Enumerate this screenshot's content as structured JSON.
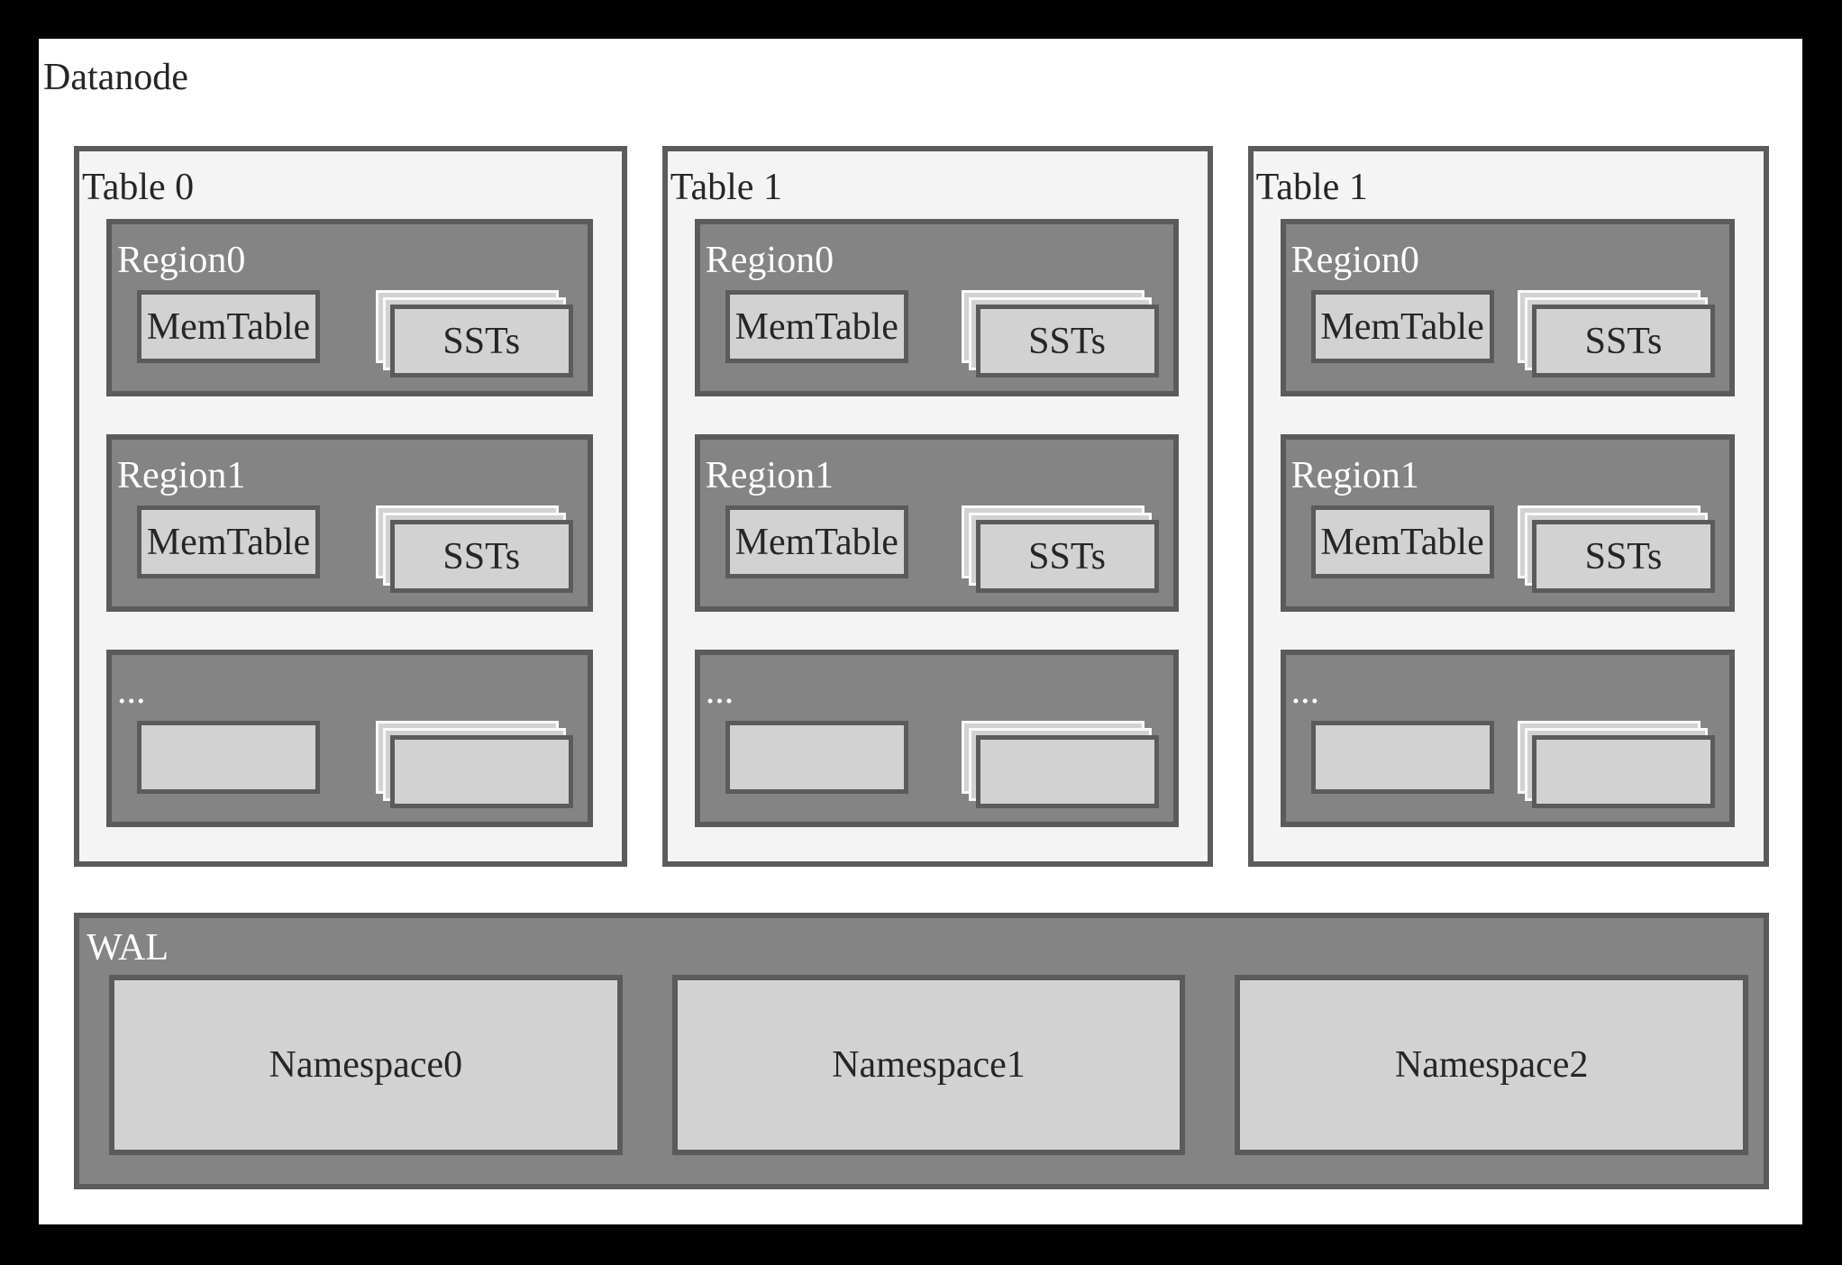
{
  "datanode": {
    "title": "Datanode",
    "tables": [
      {
        "label": "Table 0",
        "regions": [
          {
            "label": "Region0",
            "memtable": "MemTable",
            "ssts": "SSTs"
          },
          {
            "label": "Region1",
            "memtable": "MemTable",
            "ssts": "SSTs"
          },
          {
            "label": "...",
            "memtable": "",
            "ssts": ""
          }
        ]
      },
      {
        "label": "Table 1",
        "regions": [
          {
            "label": "Region0",
            "memtable": "MemTable",
            "ssts": "SSTs"
          },
          {
            "label": "Region1",
            "memtable": "MemTable",
            "ssts": "SSTs"
          },
          {
            "label": "...",
            "memtable": "",
            "ssts": ""
          }
        ]
      },
      {
        "label": "Table 1",
        "regions": [
          {
            "label": "Region0",
            "memtable": "MemTable",
            "ssts": "SSTs"
          },
          {
            "label": "Region1",
            "memtable": "MemTable",
            "ssts": "SSTs"
          },
          {
            "label": "...",
            "memtable": "",
            "ssts": ""
          }
        ]
      }
    ],
    "wal": {
      "label": "WAL",
      "namespaces": [
        "Namespace0",
        "Namespace1",
        "Namespace2"
      ]
    },
    "colors": {
      "frame": "#000000",
      "panel": "#ffffff",
      "table_fill": "#f4f4f4",
      "region_fill": "#848484",
      "box_fill": "#d2d2d2",
      "border": "#5b5b5b",
      "stack_back_border": "#fafafa",
      "text_dark": "#262626",
      "text_light": "#ffffff"
    }
  }
}
